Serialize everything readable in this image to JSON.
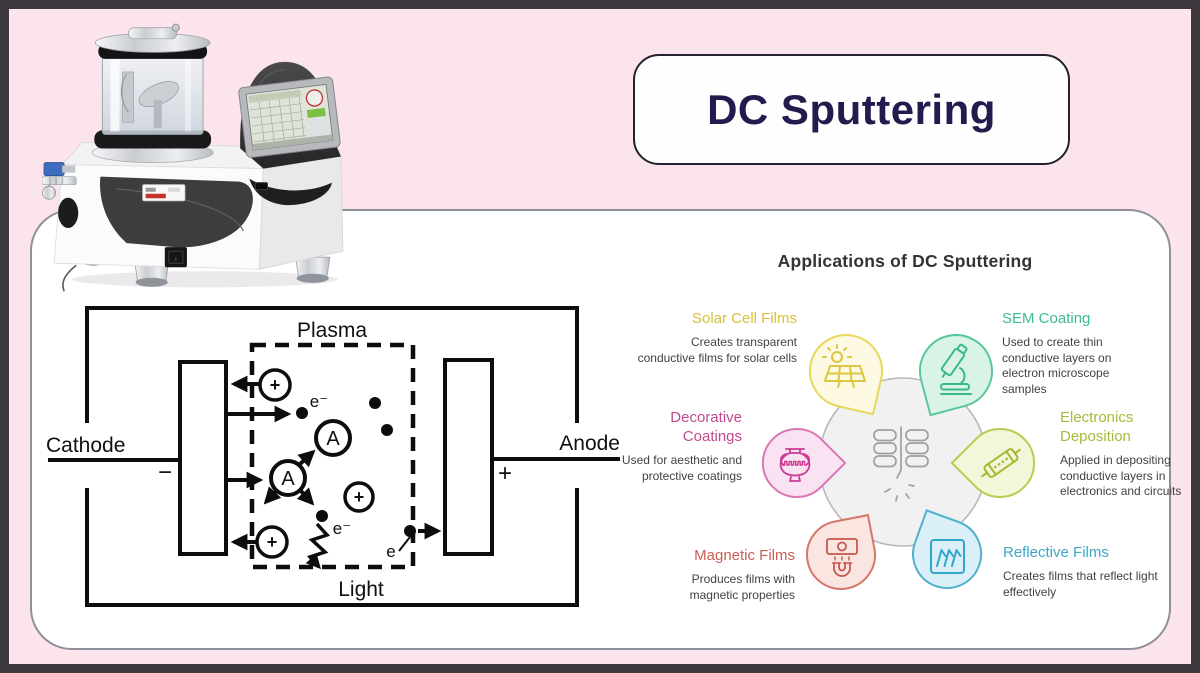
{
  "page": {
    "title": "DC Sputtering",
    "background_color": "#fce4ed",
    "frame_color": "#3e393e"
  },
  "diagram": {
    "plasma": "Plasma",
    "cathode": "Cathode",
    "anode": "Anode",
    "light": "Light",
    "cathode_sign": "−",
    "anode_sign": "+",
    "electron": "e⁻",
    "electron_short": "e",
    "atom": "A",
    "ion": "+"
  },
  "infographic": {
    "heading": "Applications of DC Sputtering",
    "items": [
      {
        "label": "Solar Cell Films",
        "description": "Creates transparent conductive films for solar cells",
        "color": "#d6c13c",
        "icon": "solar-panel-sun-icon"
      },
      {
        "label": "SEM Coating",
        "description": "Used to create thin conductive layers on electron microscope samples",
        "color": "#3cbd8d",
        "icon": "microscope-icon"
      },
      {
        "label": "Decorative Coatings",
        "description": "Used for aesthetic and protective coatings",
        "color": "#c2498f",
        "icon": "amphora-vase-icon"
      },
      {
        "label": "Electronics Deposition",
        "description": "Applied in depositing conductive layers in electronics and circuits",
        "color": "#a9b93c",
        "icon": "electronic-component-icon"
      },
      {
        "label": "Magnetic Films",
        "description": "Produces films with magnetic properties",
        "color": "#cb5f55",
        "icon": "banknote-magnet-icon"
      },
      {
        "label": "Reflective Films",
        "description": "Creates films that reflect light effectively",
        "color": "#3ba8c8",
        "icon": "reflective-arrows-icon"
      }
    ]
  }
}
